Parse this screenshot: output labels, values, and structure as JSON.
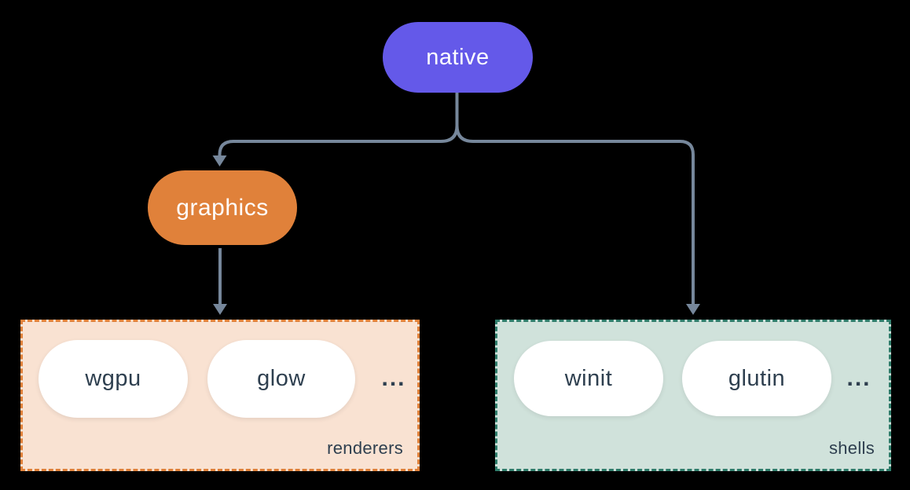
{
  "diagram": {
    "nodes": {
      "native": {
        "label": "native"
      },
      "graphics": {
        "label": "graphics"
      }
    },
    "groups": {
      "renderers": {
        "label": "renderers",
        "items": [
          "wgpu",
          "glow"
        ],
        "ellipsis": "..."
      },
      "shells": {
        "label": "shells",
        "items": [
          "winit",
          "glutin"
        ],
        "ellipsis": "..."
      }
    },
    "edges": [
      {
        "from": "native",
        "to": "graphics"
      },
      {
        "from": "native",
        "to": "shells"
      },
      {
        "from": "graphics",
        "to": "renderers"
      }
    ],
    "colors": {
      "background": "#000000",
      "native_fill": "#6459E9",
      "graphics_fill": "#E0813A",
      "renderers_fill": "#F9E2D2",
      "renderers_border": "#E0813A",
      "shells_fill": "#D0E2DB",
      "shells_border": "#2F7D6B",
      "connector": "#76879B",
      "pill_fill": "#FFFFFF",
      "pill_text": "#2E3F4F",
      "node_text": "#FFFFFF"
    }
  }
}
